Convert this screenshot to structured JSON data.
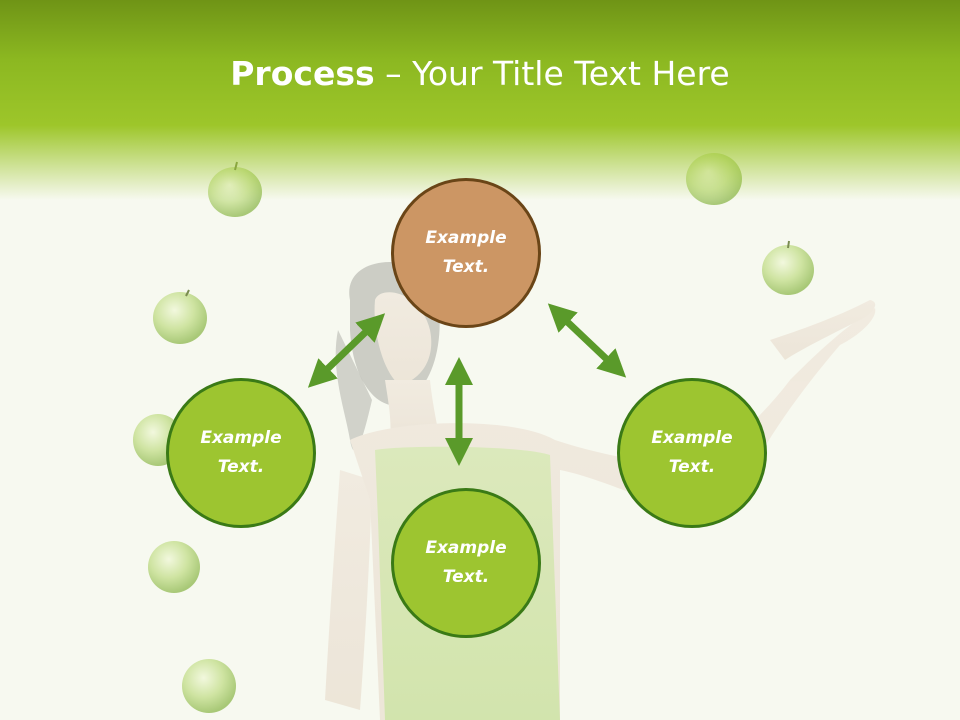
{
  "slide": {
    "title_bold": "Process",
    "title_rest": " – Your Title Text Here"
  },
  "nodes": {
    "top": "Example Text.",
    "left": "Example Text.",
    "right": "Example Text.",
    "bottom": "Example Text."
  },
  "colors": {
    "header": "#8cb821",
    "node_green": "#9dc530",
    "node_green_border": "#3a7a16",
    "node_brown": "#cc9664",
    "node_brown_border": "#6a4517",
    "arrow": "#5a9a2a"
  }
}
